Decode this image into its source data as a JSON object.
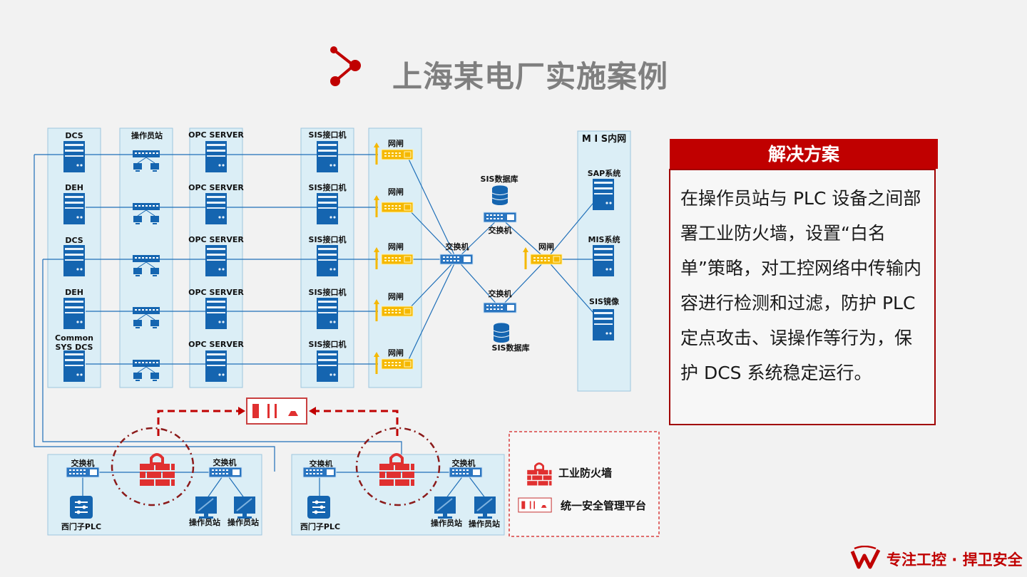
{
  "title": "上海某电厂实施案例",
  "columns": {
    "dcs": [
      "DCS",
      "DEH",
      "DCS",
      "DEH",
      "Common",
      "SYS DCS"
    ],
    "operator": "操作员站",
    "opc": [
      "OPC SERVER",
      "OPC SERVER",
      "OPC SERVER",
      "OPC SERVER",
      "OPC SERVER"
    ],
    "sis": [
      "SIS接口机",
      "SIS接口机",
      "SIS接口机",
      "SIS接口机",
      "SIS接口机"
    ],
    "gateway": [
      "网闸",
      "网闸",
      "网闸",
      "网闸",
      "网闸"
    ]
  },
  "core": {
    "switch_center": "交换机",
    "sis_db_top": "SIS数据库",
    "switch_top": "交换机",
    "switch_bottom": "交换机",
    "sis_db_bottom": "SIS数据库",
    "gateway_right": "网闸"
  },
  "mis": {
    "title": "M I S内网",
    "sap": "SAP系统",
    "mis_sys": "MIS系统",
    "sis_mirror": "SIS镜像"
  },
  "bottom_left": {
    "switch_a": "交换机",
    "switch_b": "交换机",
    "plc": "西门子PLC",
    "op1": "操作员站",
    "op2": "操作员站"
  },
  "bottom_right": {
    "switch_a": "交换机",
    "switch_b": "交换机",
    "plc": "西门子PLC",
    "op1": "操作员站",
    "op2": "操作员站"
  },
  "legend": {
    "firewall": "工业防火墙",
    "platform": "统一安全管理平台"
  },
  "solution": {
    "heading": "解决方案",
    "body": "在操作员站与 PLC 设备之间部署工业防火墙，设置“白名单”策略，对工控网络中传输内容进行检测和过滤，防护 PLC 定点攻击、误操作等行为，保护 DCS 系统稳定运行。"
  },
  "footer": "专注工控 · 捍卫安全",
  "colors": {
    "accent_red": "#c00000",
    "device_blue": "#1565b0",
    "panel_blue": "#dbeef6",
    "gateway_yellow": "#f5b800",
    "title_gray": "#7f7f7f"
  }
}
